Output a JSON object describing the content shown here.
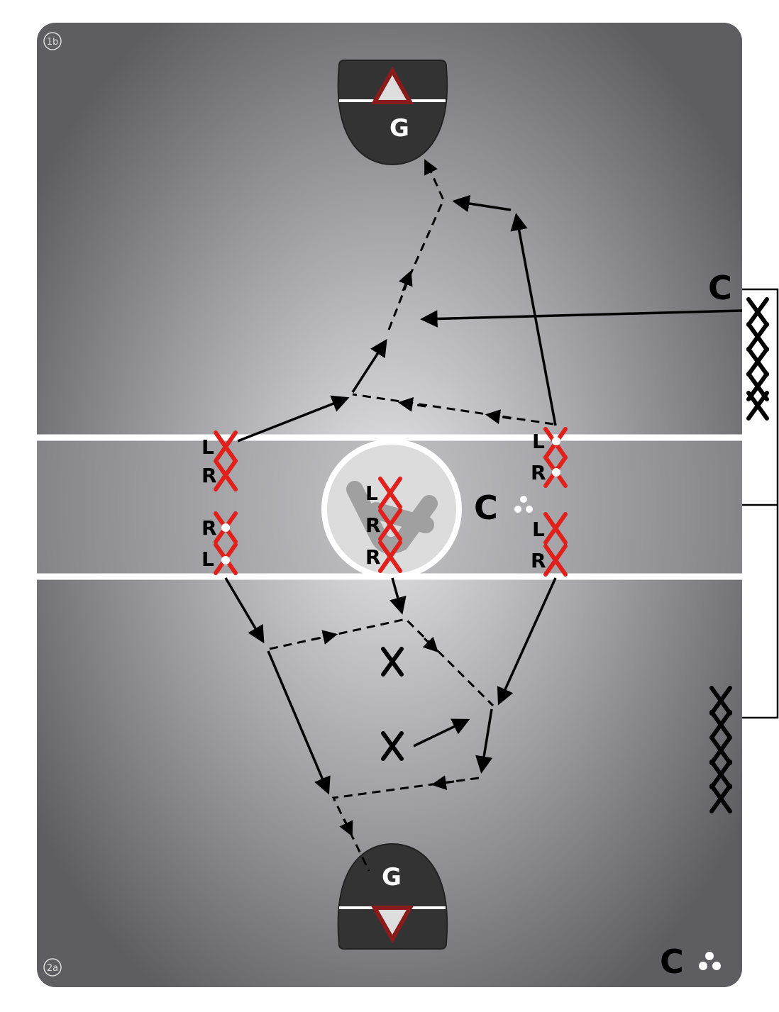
{
  "corners": {
    "top_left": "1b",
    "bottom_left": "2a"
  },
  "goals": {
    "top": "G",
    "bottom": "G"
  },
  "coach_label": "C",
  "player_labels": {
    "left_top_1": "L",
    "left_top_2": "R",
    "left_bot_1": "R",
    "left_bot_2": "L",
    "center_1": "L",
    "center_2": "R",
    "center_3": "R",
    "right_top_1": "L",
    "right_top_2": "R",
    "right_bot_1": "L",
    "right_bot_2": "R"
  },
  "colors": {
    "player_x": "#e0201c",
    "crease": "#333333",
    "goal": "#8b1a1a"
  }
}
